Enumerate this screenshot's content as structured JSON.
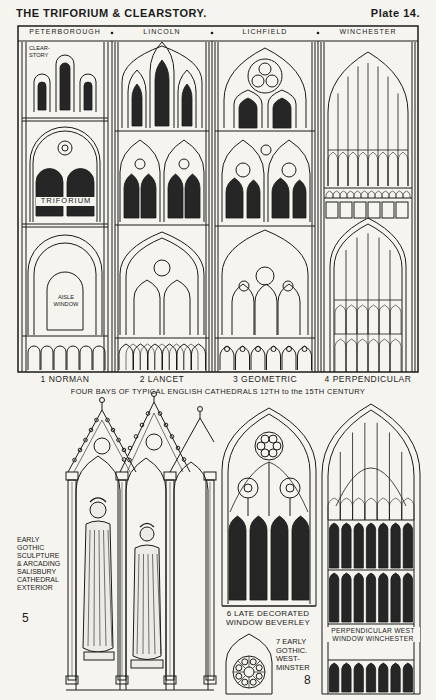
{
  "diagram": {
    "title": "THE TRIFORIUM & CLEARSTORY.",
    "labels": [
      "Plate 14.",
      "PETERBOROUGH",
      "LINCOLN",
      "LICHFIELD",
      "WINCHESTER",
      "CLEAR-STORY",
      "TRIFORIUM",
      "AISLE WINDOW",
      "1 NORMAN",
      "2 LANCET",
      "3 GEOMETRIC",
      "4 PERPENDICULAR",
      "FOUR BAYS OF TYPICAL ENGLISH CATHEDRALS 12TH to the 15TH CENTURY",
      "EARLY GOTHIC SCULPTURE & ARCADING SALISBURY CATHEDRAL EXTERIOR",
      "5",
      "6 LATE DECORATED WINDOW BEVERLEY",
      "7 EARLY GOTHIC. WEST-MINSTER",
      "8",
      "PERPENDICULAR WEST WINDOW WINCHESTER"
    ]
  }
}
